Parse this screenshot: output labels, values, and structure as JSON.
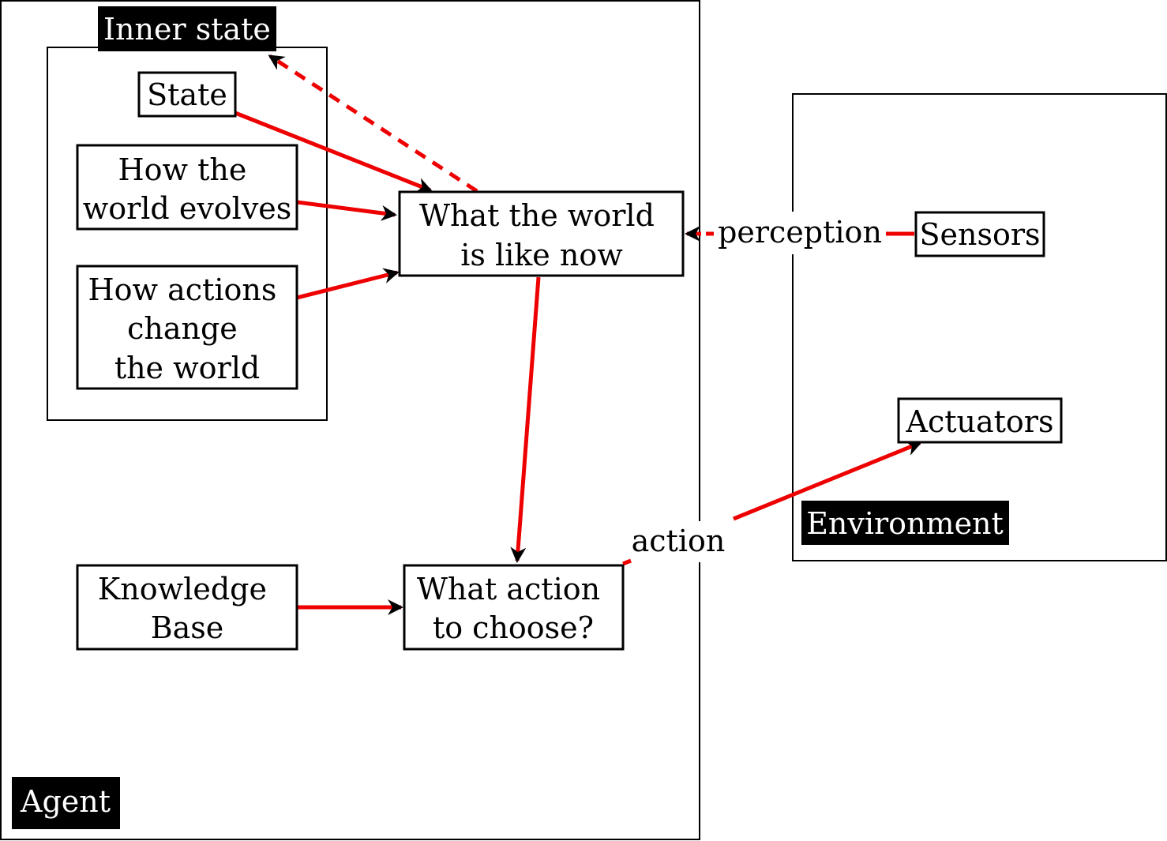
{
  "colors": {
    "arrow": "#ee0000",
    "border": "#000000",
    "tag_background": "#000000",
    "tag_text": "#ffffff"
  },
  "containers": {
    "agent": {
      "label": "Agent"
    },
    "inner_state": {
      "label": "Inner state"
    },
    "environment": {
      "label": "Environment"
    }
  },
  "nodes": {
    "state": {
      "lines": [
        "State"
      ]
    },
    "world_evolves": {
      "lines": [
        "How the",
        "world evolves"
      ]
    },
    "actions_change": {
      "lines": [
        "How actions",
        "change",
        "the world"
      ]
    },
    "world_now": {
      "lines": [
        "What the world",
        "is like now"
      ]
    },
    "knowledge_base": {
      "lines": [
        "Knowledge",
        "Base"
      ]
    },
    "action_choose": {
      "lines": [
        "What action",
        "to choose?"
      ]
    },
    "sensors": {
      "lines": [
        "Sensors"
      ]
    },
    "actuators": {
      "lines": [
        "Actuators"
      ]
    }
  },
  "edges": {
    "perception": {
      "label": "perception",
      "from": "Sensors",
      "to": "What the world is like now",
      "style": "solid-then-dashed"
    },
    "action": {
      "label": "action",
      "from": "What action to choose?",
      "to": "Actuators",
      "style": "solid"
    },
    "state_to_world": {
      "from": "State",
      "to": "What the world is like now",
      "style": "solid"
    },
    "evolves_to_world": {
      "from": "How the world evolves",
      "to": "What the world is like now",
      "style": "solid"
    },
    "actions_to_world": {
      "from": "How actions change the world",
      "to": "What the world is like now",
      "style": "solid"
    },
    "world_to_inner": {
      "from": "What the world is like now",
      "to": "Inner state",
      "style": "dashed"
    },
    "world_to_choose": {
      "from": "What the world is like now",
      "to": "What action to choose?",
      "style": "solid"
    },
    "kb_to_choose": {
      "from": "Knowledge Base",
      "to": "What action to choose?",
      "style": "solid"
    }
  }
}
